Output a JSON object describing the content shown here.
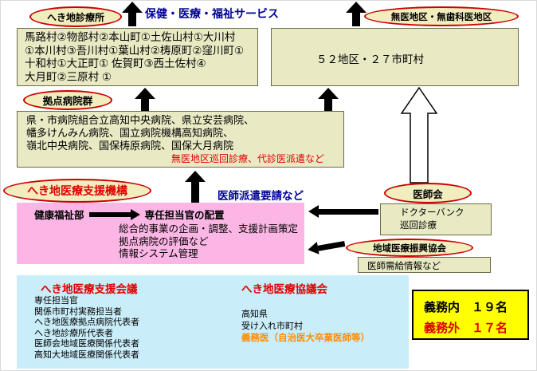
{
  "colors": {
    "box_fill": "#e9e9c4",
    "ellipse_fill": "#f2edbe",
    "ellipse_border": "#cc0000",
    "pink_fill": "#fbb6e5",
    "blue_fill": "#c9edf9",
    "yellow_fill": "#ffff00",
    "red_text": "#e00000",
    "dark_blue_text": "#00009a",
    "orange_text": "#ff8c00"
  },
  "top": {
    "clinics_ellipse": "へき地診療所",
    "services_label": "保健・医療・福祉サービス",
    "no_doctor_ellipse": "無医地区・無歯科医地区",
    "clinics_lines": [
      "馬路村②物部村②本山町①土佐山村①大川村",
      "①本川村③吾川村①葉山村②梼原町②窪川町①",
      "十和村①大正町① 佐賀町③西土佐村④",
      "大月町②三原村 ①"
    ],
    "districts_label": "５２地区・２７市町村"
  },
  "hospitals": {
    "ellipse": "拠点病院群",
    "lines": [
      "県・市病院組合立高知中央病院、県立安芸病院、",
      "幡多けんみん病院、国立病院機構高知病院、",
      "嶺北中央病院、国保梼原病院、国保大月病院"
    ],
    "note": "無医地区巡回診療、代診医派遣など"
  },
  "org": {
    "ellipse": "へき地医療支援機構",
    "dispatch_label": "医師派遣要請など",
    "department": "健康福祉部",
    "assignment": "専任担当官の配置",
    "tasks": [
      "総合的事業の企画・調整、支援計画策定",
      "拠点病院の評価など",
      "情報システム管理"
    ]
  },
  "right": {
    "medical_assoc_ellipse": "医師会",
    "doctor_bank_lines": [
      "ドクターバンク",
      "巡回診療"
    ],
    "shinko_ellipse": "地域医療振興協会",
    "supply_box": "医師需給情報など"
  },
  "bottom": {
    "meeting_title": "へき地医療支援会議",
    "meeting_members": [
      "専任担当官",
      "関係市町村実務担当者",
      "へき地医療拠点病院代表者",
      "へき地診療所代表者",
      "医師会地域医療関係代表者",
      "高知大地域医療関係代表者"
    ],
    "council_title": "へき地医療協議会",
    "council_members": [
      "高知県",
      "受け入れ市町村"
    ],
    "council_highlight": "義務医（自治医大卒業医師等）",
    "duty_inside": "義務内　１９名",
    "duty_outside": "義務外　１７名"
  }
}
